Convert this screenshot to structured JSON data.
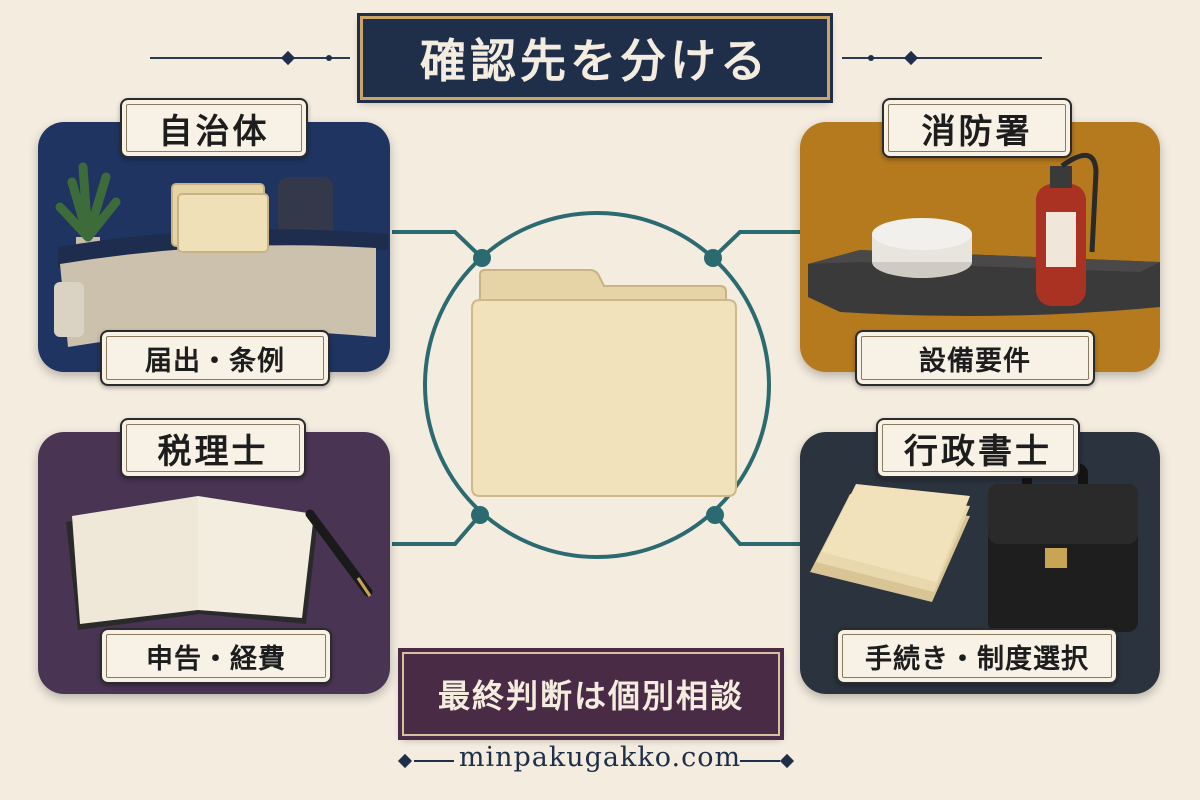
{
  "title": "確認先を分ける",
  "panels": {
    "top_left": {
      "name": "自治体",
      "sub": "届出・条例",
      "color": "#1f3461"
    },
    "top_right": {
      "name": "消防署",
      "sub": "設備要件",
      "color": "#b57a1e"
    },
    "bottom_left": {
      "name": "税理士",
      "sub": "申告・経費",
      "color": "#4a3454"
    },
    "bottom_right": {
      "name": "行政書士",
      "sub": "手続き・制度選択",
      "color": "#2b333e"
    }
  },
  "footer_banner": "最終判断は個別相談",
  "site": "minpakugakko.com",
  "colors": {
    "background": "#f4ecdf",
    "connector": "#2a6a70",
    "title_bg": "#1f2f4a",
    "footer_bg": "#4a2b45"
  }
}
